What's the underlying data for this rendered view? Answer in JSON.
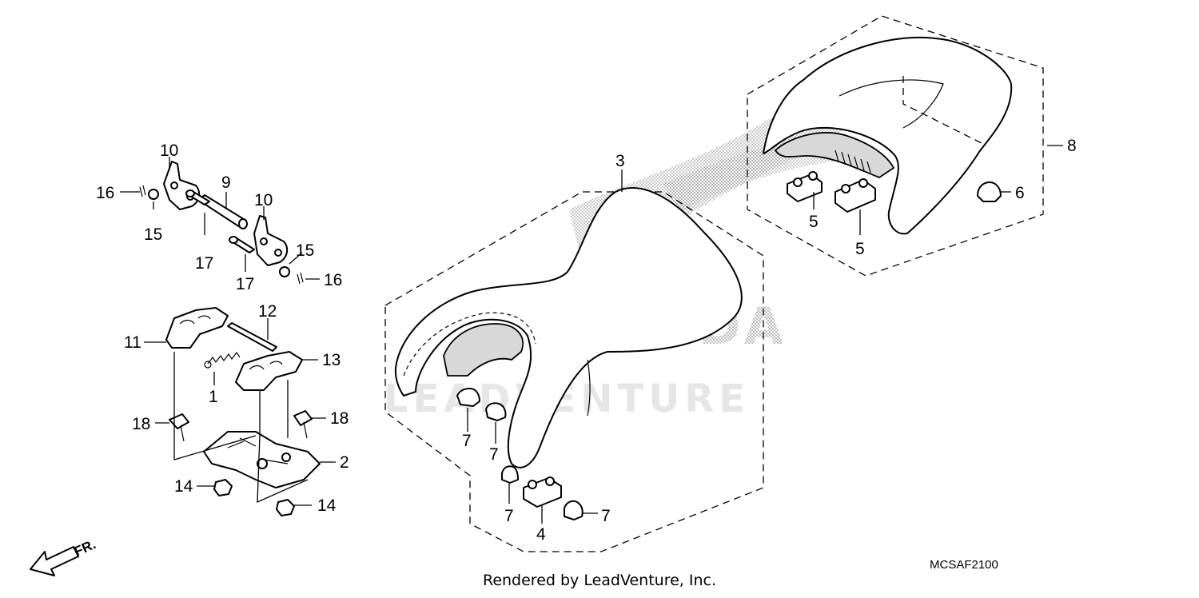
{
  "watermark": {
    "brand": "HONDA",
    "vendor": "LEADVENTURE"
  },
  "front_indicator": "FR.",
  "diagram_code": "MCSAF2100",
  "footer_credit": "Rendered by LeadVenture, Inc.",
  "callouts": {
    "c1": "1",
    "c2": "2",
    "c3": "3",
    "c4": "4",
    "c5a": "5",
    "c5b": "5",
    "c6": "6",
    "c7a": "7",
    "c7b": "7",
    "c7c": "7",
    "c7d": "7",
    "c8": "8",
    "c9": "9",
    "c10a": "10",
    "c10b": "10",
    "c11": "11",
    "c12": "12",
    "c13": "13",
    "c14a": "14",
    "c14b": "14",
    "c15a": "15",
    "c15b": "15",
    "c16a": "16",
    "c16b": "16",
    "c17a": "17",
    "c17b": "17",
    "c18a": "18",
    "c18b": "18"
  }
}
